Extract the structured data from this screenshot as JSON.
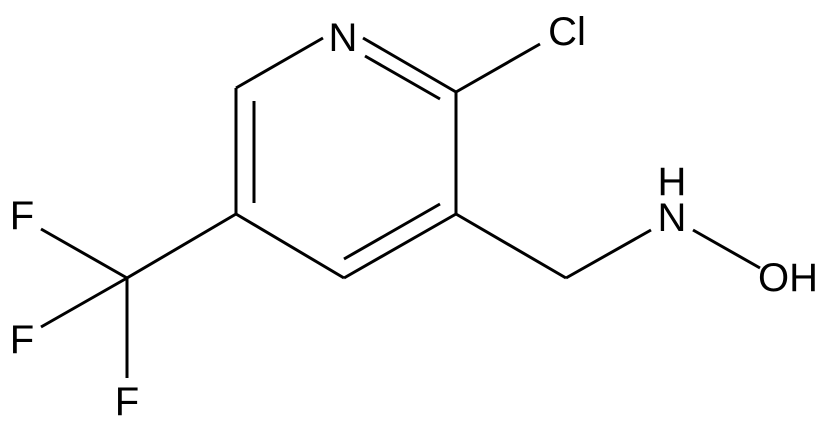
{
  "molecule": {
    "atoms": {
      "n1": "N",
      "cl": "Cl",
      "nh_n": "N",
      "nh_h": "H",
      "oh": "OH",
      "f1": "F",
      "f2": "F",
      "f3": "F"
    },
    "colors": {
      "bond": "#000000",
      "label": "#000000",
      "background": "#ffffff"
    }
  }
}
